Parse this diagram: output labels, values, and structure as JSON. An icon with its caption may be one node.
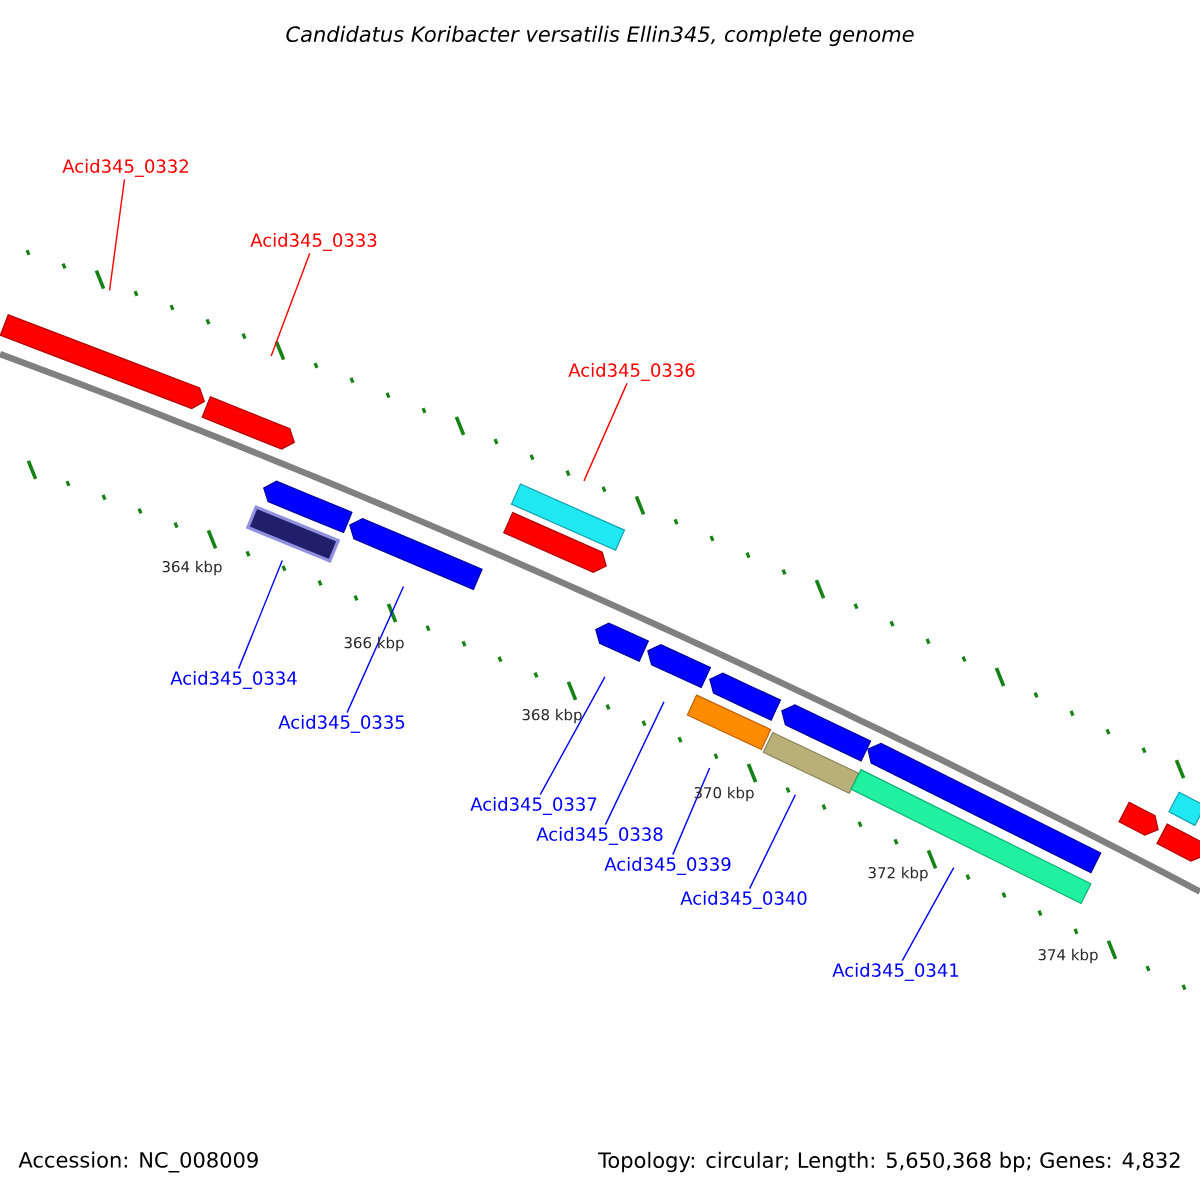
{
  "diagram": {
    "title": "Candidatus Koribacter versatilis Ellin345, complete genome",
    "nodes": [
      {
        "text": [
          "Acid345_0332"
        ]
      },
      {
        "text": [
          "Acid345_0333"
        ]
      },
      {
        "text": [
          "Acid345_0336"
        ]
      },
      {
        "text": [
          "Acid345_0334"
        ]
      },
      {
        "text": [
          "Acid345_0335"
        ]
      },
      {
        "text": [
          "Acid345_0337"
        ]
      },
      {
        "text": [
          "Acid345_0338"
        ]
      },
      {
        "text": [
          "Acid345_0339"
        ]
      },
      {
        "text": [
          "Acid345_0340"
        ]
      },
      {
        "text": [
          "Acid345_0341"
        ]
      },
      {
        "text": [],
        "shape": "arrow"
      },
      {
        "text": [],
        "shape": "arrow"
      },
      {
        "text": [],
        "shape": "box"
      },
      {
        "text": [],
        "shape": "arrow"
      },
      {
        "text": [],
        "shape": "arrow"
      },
      {
        "text": [],
        "shape": "arrow"
      },
      {
        "text": [],
        "shape": "box"
      },
      {
        "text": [],
        "shape": "arrow"
      },
      {
        "text": [],
        "shape": "arrow"
      },
      {
        "text": [],
        "shape": "box"
      },
      {
        "text": [],
        "shape": "arrow"
      },
      {
        "text": [],
        "shape": "box"
      },
      {
        "text": [],
        "shape": "arrow"
      },
      {
        "text": [],
        "shape": "box"
      },
      {
        "text": [],
        "shape": "arrow"
      },
      {
        "text": [],
        "shape": "arrow"
      },
      {
        "text": [],
        "shape": "arrow"
      },
      {
        "text": [],
        "shape": "box"
      }
    ],
    "edges": [
      {
        "from": 0,
        "to": 10,
        "arrow": "none",
        "color": "#ff0000"
      },
      {
        "from": 1,
        "to": 11,
        "arrow": "none",
        "color": "#ff0000"
      },
      {
        "from": 2,
        "to": 16,
        "arrow": "none",
        "color": "#ff0000"
      },
      {
        "from": 3,
        "to": 12,
        "arrow": "none"
      },
      {
        "from": 4,
        "to": 14,
        "arrow": "none"
      },
      {
        "from": 5,
        "to": 17,
        "arrow": "none"
      },
      {
        "from": 6,
        "to": 18,
        "arrow": "none"
      },
      {
        "from": 7,
        "to": 19,
        "arrow": "none"
      },
      {
        "from": 8,
        "to": 21,
        "arrow": "none"
      },
      {
        "from": 9,
        "to": 23,
        "arrow": "none"
      }
    ],
    "labels": [
      "364 kbp",
      "366 kbp",
      "368 kbp",
      "370 kbp",
      "372 kbp",
      "374 kbp",
      "Accession: NC_008009",
      "Topology: circular; Length: 5,650,368 bp; Genes: 4,832"
    ]
  }
}
